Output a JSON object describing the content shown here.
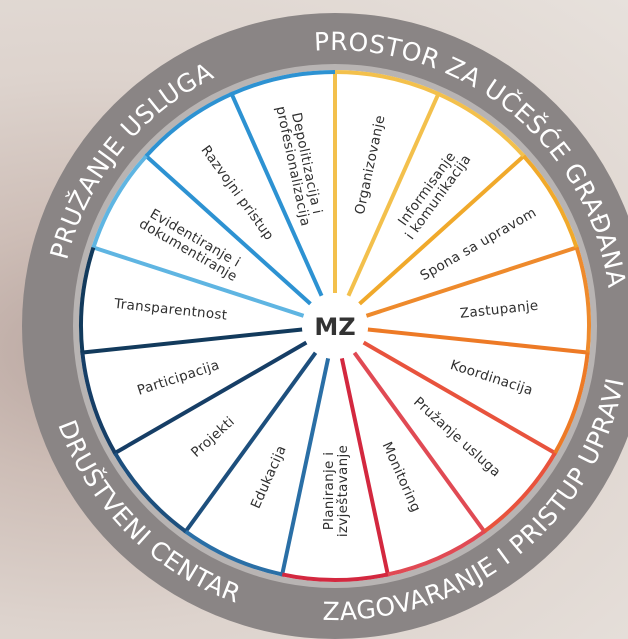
{
  "center_label": "MZ",
  "ring_texts": [
    {
      "text": "PROSTOR ZA UČEŠĆE GRAĐANA"
    },
    {
      "text": "ZAGOVARANJE I PRISTUP UPRAVI"
    },
    {
      "text": "DRUŠTVENI CENTAR"
    },
    {
      "text": "PRUŽANJE USLUGA"
    }
  ],
  "segments": [
    {
      "lines": [
        "Organizovanje"
      ],
      "color": "#f3c04c"
    },
    {
      "lines": [
        "Informisanje",
        "i komunikacija"
      ],
      "color": "#f3c04c"
    },
    {
      "lines": [
        "Spona sa upravom"
      ],
      "color": "#f0a92b"
    },
    {
      "lines": [
        "Zastupanje"
      ],
      "color": "#ee8a2c"
    },
    {
      "lines": [
        "Koordinacija"
      ],
      "color": "#ed7a26"
    },
    {
      "lines": [
        "Pružanje usluga"
      ],
      "color": "#e8533d"
    },
    {
      "lines": [
        "Monitoring"
      ],
      "color": "#e04a54"
    },
    {
      "lines": [
        "Planiranje i",
        "izvještavanje"
      ],
      "color": "#d3283f"
    },
    {
      "lines": [
        "Edukacija"
      ],
      "color": "#2a6fa6"
    },
    {
      "lines": [
        "Projekti"
      ],
      "color": "#1d4f7d"
    },
    {
      "lines": [
        "Participacija"
      ],
      "color": "#163e66"
    },
    {
      "lines": [
        "Transparentnost"
      ],
      "color": "#123a5c"
    },
    {
      "lines": [
        "Evidentiranje i",
        "dokumentiranje"
      ],
      "color": "#5fb5e2"
    },
    {
      "lines": [
        "Razvojni pristup"
      ],
      "color": "#2d92d2"
    },
    {
      "lines": [
        "Depolitizacija i",
        "profesionalizacija"
      ],
      "color": "#2d92d2"
    }
  ],
  "colors": {
    "ring": "#8a8585",
    "ring_inner_border": "#b8b4b3",
    "wheel_fill": "#ffffff",
    "label_text": "#2f2f2f",
    "ring_text": "#ffffff"
  }
}
